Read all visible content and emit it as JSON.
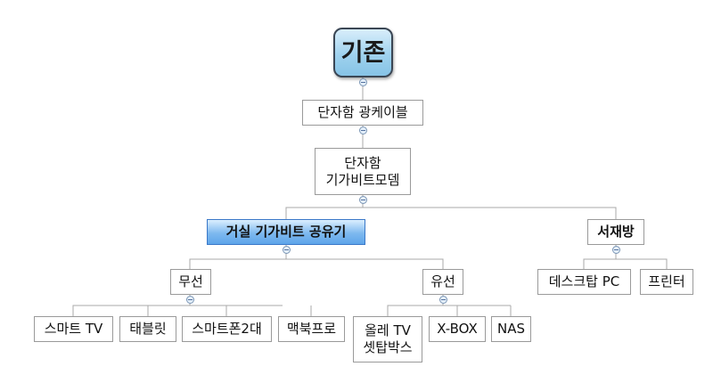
{
  "root": {
    "label": "기존"
  },
  "cable": {
    "label": "단자함 광케이블"
  },
  "modem": {
    "label": "단자함\n기가비트모뎀"
  },
  "router": {
    "label": "거실 기가비트 공유기"
  },
  "study": {
    "label": "서재방"
  },
  "wireless": {
    "label": "무선"
  },
  "wired": {
    "label": "유선"
  },
  "desktop": {
    "label": "데스크탑 PC"
  },
  "printer": {
    "label": "프린터"
  },
  "smarttv": {
    "label": "스마트 TV"
  },
  "tablet": {
    "label": "태블릿"
  },
  "phones": {
    "label": "스마트폰2대"
  },
  "macbook": {
    "label": "맥북프로"
  },
  "settop": {
    "label": "올레 TV\n셋탑박스"
  },
  "xbox": {
    "label": "X-BOX"
  },
  "nas": {
    "label": "NAS"
  },
  "colors": {
    "root": "#9fd2ee",
    "selected": "#5ea5ea",
    "line": "#a8a8a8",
    "border": "#9a9a9a"
  }
}
